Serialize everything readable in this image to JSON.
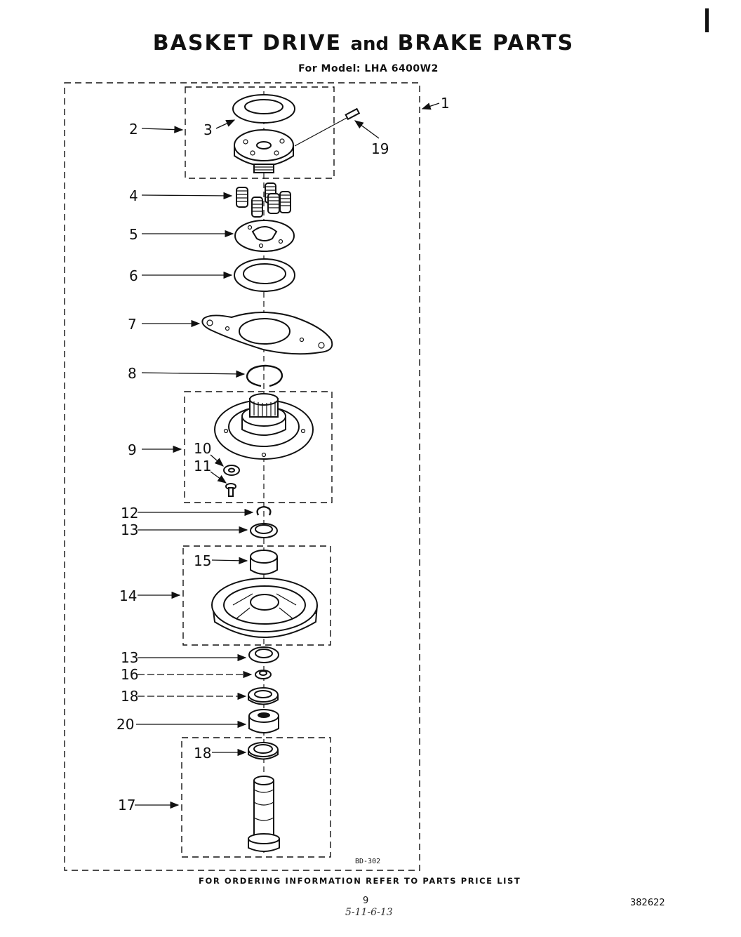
{
  "header": {
    "title_part1": "BASKET DRIVE",
    "title_and": "and",
    "title_part2": "BRAKE PARTS",
    "model_line": "For Model: LHA 6400W2"
  },
  "diagram": {
    "code": "BD-302",
    "callouts": [
      "1",
      "2",
      "3",
      "4",
      "5",
      "6",
      "7",
      "8",
      "9",
      "10",
      "11",
      "12",
      "13",
      "14",
      "15",
      "13",
      "16",
      "18",
      "20",
      "18",
      "17",
      "19"
    ]
  },
  "footer": {
    "ordering_note": "FOR ORDERING INFORMATION REFER TO PARTS PRICE LIST",
    "page_number": "9",
    "doc_number": "382622",
    "handwritten": "5-11-6-13"
  }
}
